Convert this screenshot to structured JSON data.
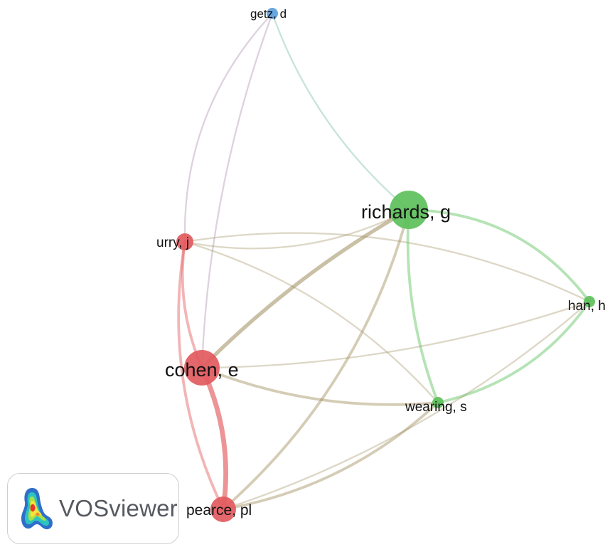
{
  "nodes": [
    {
      "id": "getz",
      "label": "getz, d",
      "cluster": "blue"
    },
    {
      "id": "richards",
      "label": "richards, g",
      "cluster": "green"
    },
    {
      "id": "urry",
      "label": "urry, j",
      "cluster": "red"
    },
    {
      "id": "han",
      "label": "han, h",
      "cluster": "green"
    },
    {
      "id": "cohen",
      "label": "cohen, e",
      "cluster": "red"
    },
    {
      "id": "wearing",
      "label": "wearing, s",
      "cluster": "green"
    },
    {
      "id": "pearce",
      "label": "pearce, pl",
      "cluster": "red"
    }
  ],
  "cluster_colors": {
    "red": "#e25a5e",
    "green": "#5cc05a",
    "blue": "#5b9fdd"
  },
  "links": [
    {
      "source": "getz",
      "target": "urry",
      "strength": 1
    },
    {
      "source": "getz",
      "target": "cohen",
      "strength": 1
    },
    {
      "source": "getz",
      "target": "richards",
      "strength": 1
    },
    {
      "source": "urry",
      "target": "richards",
      "strength": 1
    },
    {
      "source": "urry",
      "target": "wearing",
      "strength": 1
    },
    {
      "source": "urry",
      "target": "cohen",
      "strength": 2
    },
    {
      "source": "urry",
      "target": "pearce",
      "strength": 2
    },
    {
      "source": "urry",
      "target": "han",
      "strength": 1
    },
    {
      "source": "richards",
      "target": "cohen",
      "strength": 3
    },
    {
      "source": "richards",
      "target": "pearce",
      "strength": 2
    },
    {
      "source": "richards",
      "target": "wearing",
      "strength": 2
    },
    {
      "source": "richards",
      "target": "han",
      "strength": 2
    },
    {
      "source": "cohen",
      "target": "pearce",
      "strength": 4
    },
    {
      "source": "cohen",
      "target": "wearing",
      "strength": 2
    },
    {
      "source": "cohen",
      "target": "han",
      "strength": 1
    },
    {
      "source": "wearing",
      "target": "pearce",
      "strength": 2
    },
    {
      "source": "wearing",
      "target": "han",
      "strength": 2
    },
    {
      "source": "pearce",
      "target": "han",
      "strength": 1
    }
  ],
  "badge": {
    "text": "VOSviewer",
    "icon": "vosviewer-logo-icon"
  }
}
